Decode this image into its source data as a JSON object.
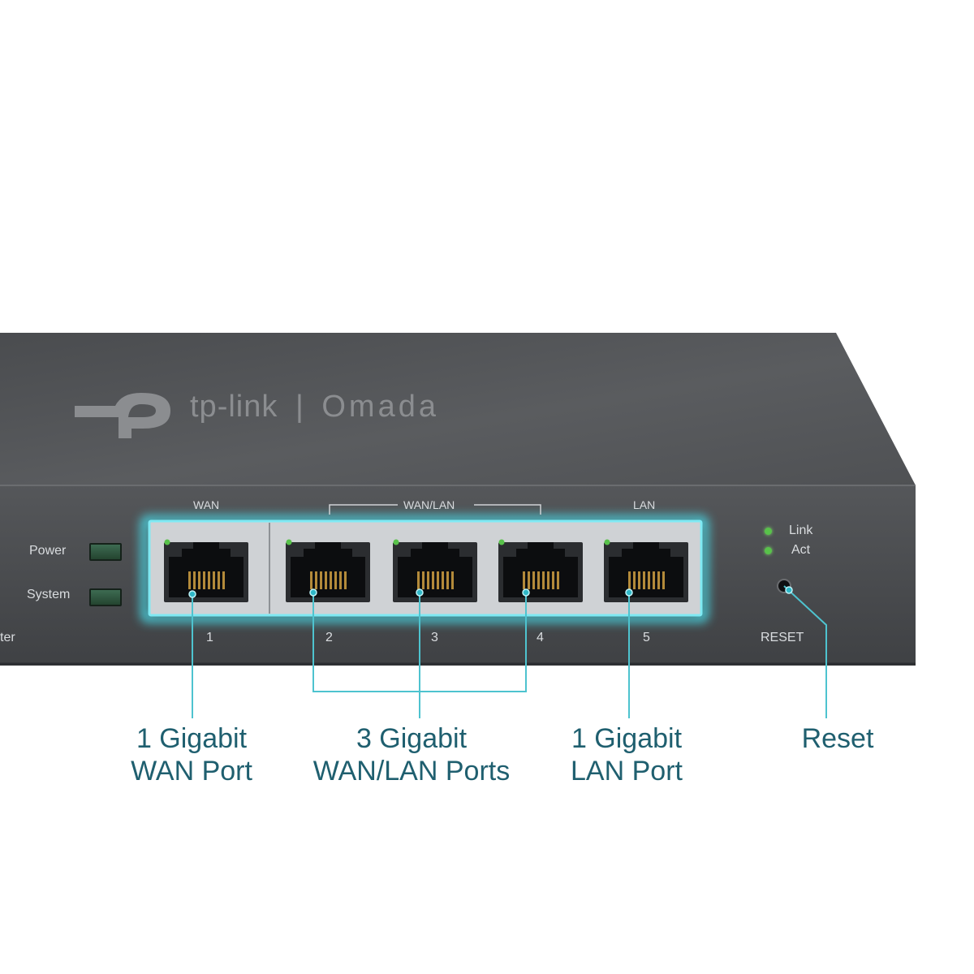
{
  "logo": {
    "brand": "tp-link",
    "separator": "|",
    "product": "Omada"
  },
  "front_panel": {
    "status_leds": [
      {
        "label": "Power"
      },
      {
        "label": "System"
      }
    ],
    "model_text_fragment": "ter",
    "port_group_labels": {
      "wan": "WAN",
      "wan_lan": "WAN/LAN",
      "lan": "LAN"
    },
    "port_numbers": [
      "1",
      "2",
      "3",
      "4",
      "5"
    ],
    "legend": {
      "link": "Link",
      "act": "Act"
    },
    "reset_label": "RESET"
  },
  "callouts": {
    "wan_port": {
      "line1": "1 Gigabit",
      "line2": "WAN Port"
    },
    "wan_lan_ports": {
      "line1": "3 Gigabit",
      "line2": "WAN/LAN Ports"
    },
    "lan_port": {
      "line1": "1 Gigabit",
      "line2": "LAN Port"
    },
    "reset": {
      "line1": "Reset"
    }
  },
  "colors": {
    "chassis_top": "#545659",
    "chassis_front": "#46484b",
    "highlight": "#47e0ee",
    "callout_line": "#4ec3cf",
    "callout_text": "#1f5f6f",
    "led_green": "#58c24a"
  }
}
